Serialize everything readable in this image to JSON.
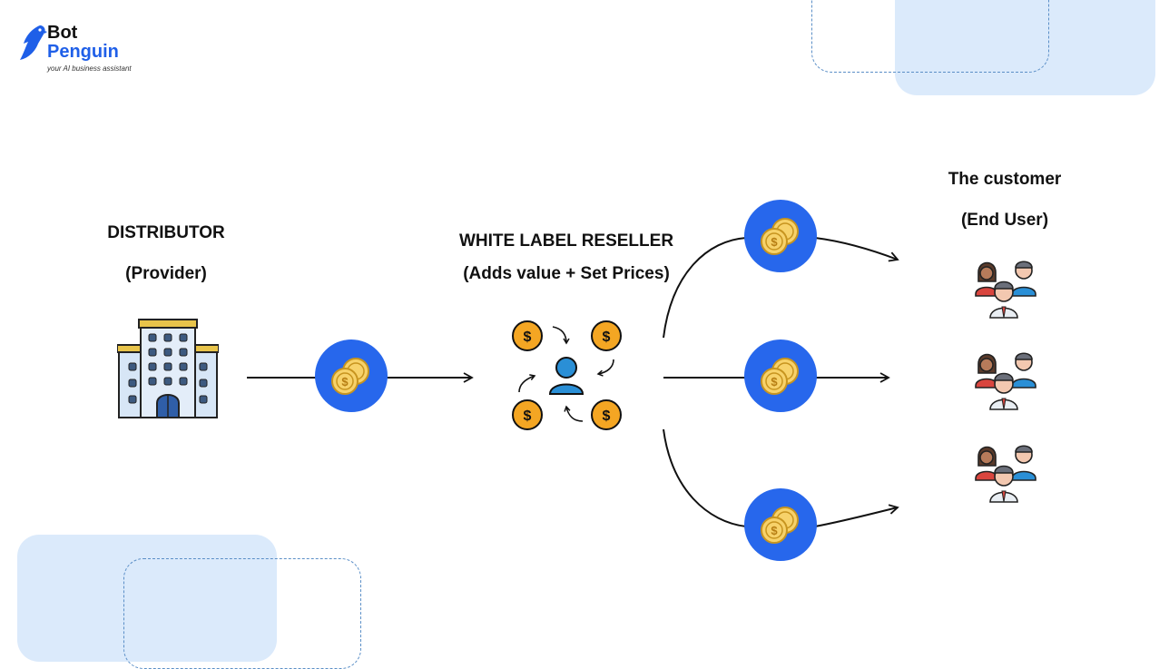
{
  "logo": {
    "line1": "Bot",
    "line2": "Penguin",
    "tagline": "your AI business assistant"
  },
  "distributor": {
    "title": "DISTRIBUTOR",
    "subtitle": "(Provider)"
  },
  "reseller": {
    "title": "WHITE LABEL RESELLER",
    "subtitle": "(Adds value + Set Prices)"
  },
  "customer": {
    "title": "The customer",
    "subtitle": "(End User)"
  },
  "coin_symbol": "$",
  "colors": {
    "accent_blue": "#2767ec",
    "coin_gold": "#f4a623",
    "panel_bg": "#dbeafb",
    "person_blue": "#2a8fd6"
  },
  "icons": {
    "building": "building-icon",
    "coins": "coins-icon",
    "person": "person-icon",
    "customers": "customer-group-icon"
  }
}
